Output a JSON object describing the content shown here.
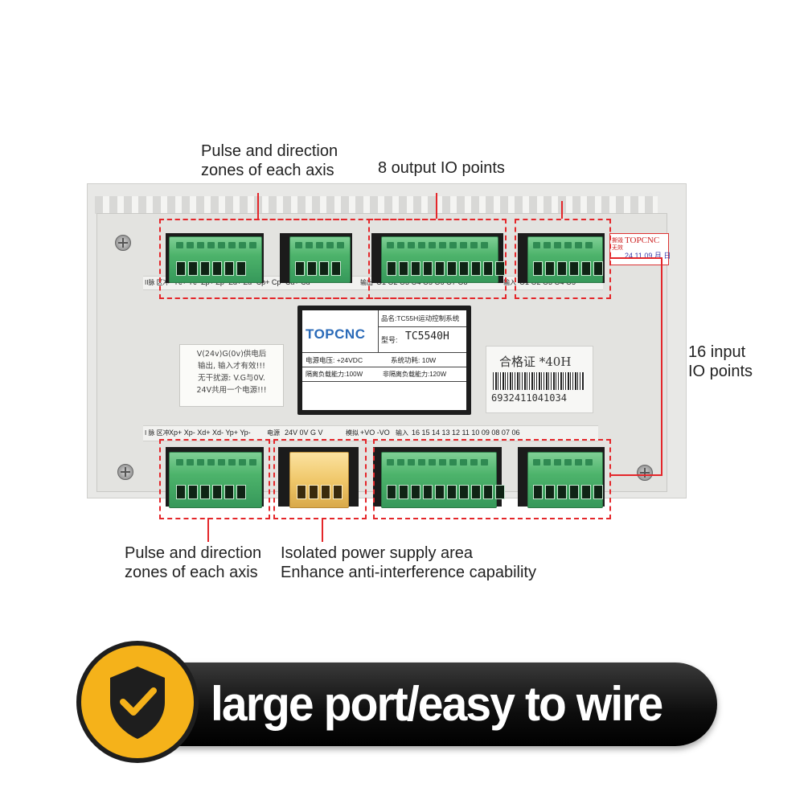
{
  "callouts": {
    "pulse_top_line1": "Pulse and direction",
    "pulse_top_line2": "zones of each axis",
    "output_io": "8 output IO points",
    "input_io_line1": "16 input",
    "input_io_line2": "IO points",
    "pulse_bottom_line1": "Pulse and direction",
    "pulse_bottom_line2": "zones of each axis",
    "power_line1": "Isolated power supply area",
    "power_line2": "Enhance anti-interference capability"
  },
  "device": {
    "top_strip_prefix": "II脉\n区冲",
    "top_strip_labels": "Yc+ Yc- Zp+ Zp- Zd+ Zd-    Cp+ Cp- Cd+ Cd-",
    "top_output_prefix": "输出",
    "top_output_labels": "O1  O2  O3  O4  O5  O6  O7  O8",
    "top_input_prefix": "输入",
    "top_input_labels": "O1  O2  O3  O4  O5",
    "bottom_strip_prefix": "I 脉\n区冲",
    "bottom_pulse_labels": "Xp+ Xp- Xd+ Xd- Yp+ Yp-",
    "bottom_power_prefix": "电源",
    "bottom_power_labels": "24V  0V  G  V",
    "bottom_analog_prefix": "模拟",
    "bottom_analog_labels": "+VO  -VO",
    "bottom_input_prefix": "输入",
    "bottom_input_labels": "16  15  14  13  12  11     10  09  08  07  06",
    "seal_brand": "TOPCNC",
    "seal_side": "撕毁\n无效",
    "seal_date": "24 11 09 月 日",
    "brand": "TOPCNC",
    "product_name": "品名:TC55H运动控制系统",
    "model_label": "型号:",
    "model_value": "TC5540H",
    "voltage": "电源电压: +24VDC",
    "power_consumption": "系统功耗: 10W",
    "isolated_load": "隔离负载能力:100W",
    "non_isolated_load": "非隔离负载能力:120W",
    "note_line1": "V(24v)G(0v)供电后",
    "note_line2": "输出, 输入才有效!!!",
    "note_line3": "无干扰源: V.G与0V.",
    "note_line4": "24V共用一个电源!!!",
    "cert_title": "合格证 *40H",
    "barcode_number": "6932411041034"
  },
  "banner": {
    "text": "large port/easy to wire",
    "badge_icon": "shield-check-icon",
    "badge_color": "#f5b21a",
    "icon_color": "#1e1e1e",
    "check_color": "#f5b21a"
  },
  "colors": {
    "callout_line": "#e4262a",
    "terminal_green": "#4db36b",
    "terminal_yellow": "#f0c86b"
  }
}
